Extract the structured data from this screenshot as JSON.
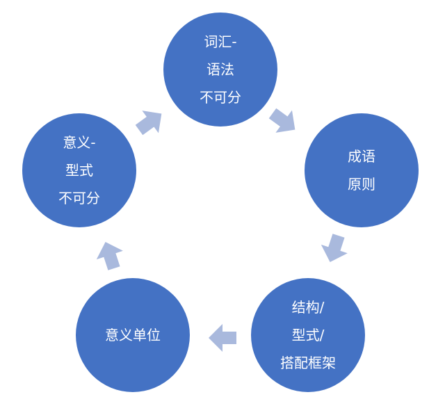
{
  "colors": {
    "node_fill": "#4472c4",
    "arrow_fill": "#a9b9dd",
    "text": "#ffffff"
  },
  "nodes": [
    {
      "lines": [
        "词汇-",
        "语法",
        "不可分"
      ]
    },
    {
      "lines": [
        "成语",
        "原则"
      ]
    },
    {
      "lines": [
        "结构/",
        "型式/",
        "搭配框架"
      ]
    },
    {
      "lines": [
        "意义单位"
      ]
    },
    {
      "lines": [
        "意义-",
        "型式",
        "不可分"
      ]
    }
  ],
  "arrows": [
    {
      "from": "词汇-语法不可分",
      "to": "成语原则"
    },
    {
      "from": "成语原则",
      "to": "结构/型式/搭配框架"
    },
    {
      "from": "结构/型式/搭配框架",
      "to": "意义单位"
    },
    {
      "from": "意义单位",
      "to": "意义-型式不可分"
    },
    {
      "from": "意义-型式不可分",
      "to": "词汇-语法不可分"
    }
  ]
}
